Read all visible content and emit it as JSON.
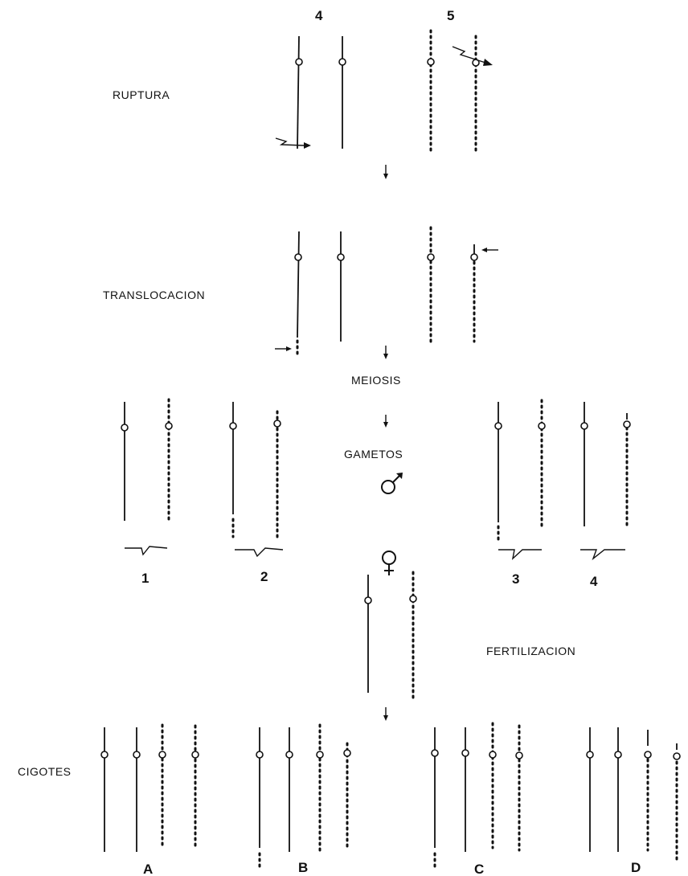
{
  "stages": {
    "ruptura": "RUPTURA",
    "translocacion": "TRANSLOCACION",
    "meiosis": "MEIOSIS",
    "gametos": "GAMETOS",
    "fertilizacion": "FERTILIZACION",
    "cigotes": "CIGOTES"
  },
  "chromosome_labels": {
    "four": "4",
    "five": "5"
  },
  "gamete_labels": [
    "1",
    "2",
    "3",
    "4"
  ],
  "zygote_labels": [
    "A",
    "B",
    "C",
    "D"
  ],
  "symbols": {
    "male": "♂",
    "female": "♀"
  }
}
